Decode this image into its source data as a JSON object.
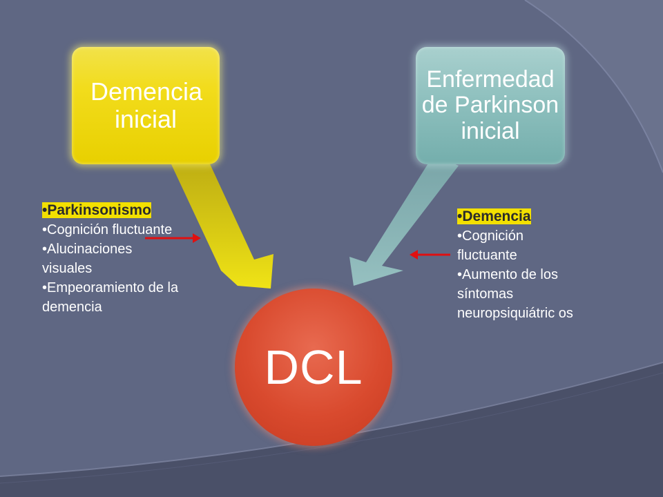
{
  "slide": {
    "box_left": "Demencia inicial",
    "box_right": "Enfermedad de Parkinson inicial",
    "center": "DCL",
    "left_list": {
      "heading": "•Parkinsonismo",
      "items": [
        "•Cognición fluctuante",
        "•Alucinaciones visuales",
        "•Empeoramiento de la demencia"
      ]
    },
    "right_list": {
      "heading": "•Demencia",
      "items": [
        "•Cognición fluctuante",
        "•Aumento de los síntomas neuropsiquiátric os"
      ]
    }
  },
  "colors": {
    "background": "#5f6783",
    "yellow_box": "#f2dc1c",
    "teal_box": "#8ec0be",
    "red_circle": "#d94a2e",
    "highlight": "#f3e000",
    "pointer_arrow": "#e01010"
  }
}
